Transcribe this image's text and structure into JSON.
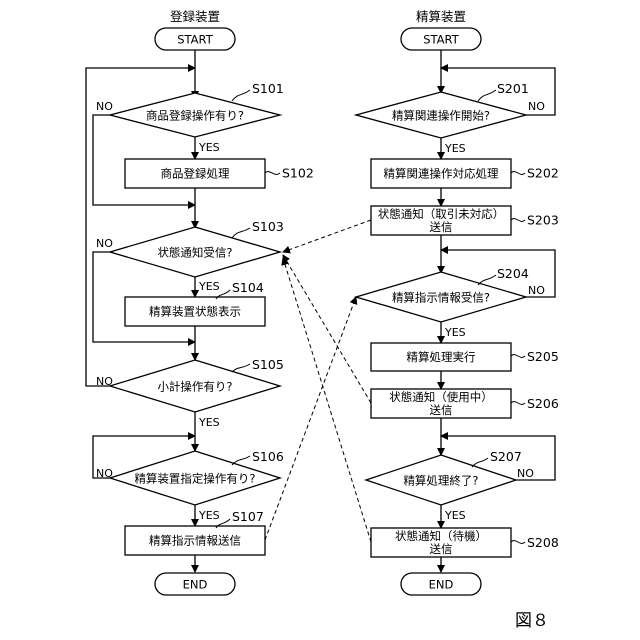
{
  "figure_label": "図８",
  "left_column": {
    "title": "登録装置",
    "start": "START",
    "end": "END",
    "s101": {
      "step": "S101",
      "text": "商品登録操作有り?",
      "no": "NO",
      "yes": "YES"
    },
    "s102": {
      "step": "S102",
      "text": "商品登録処理"
    },
    "s103": {
      "step": "S103",
      "text": "状態通知受信?",
      "no": "NO",
      "yes": "YES"
    },
    "s104": {
      "step": "S104",
      "text": "精算装置状態表示"
    },
    "s105": {
      "step": "S105",
      "text": "小計操作有り?",
      "no": "NO",
      "yes": "YES"
    },
    "s106": {
      "step": "S106",
      "text": "精算装置指定操作有り?",
      "no": "NO",
      "yes": "YES"
    },
    "s107": {
      "step": "S107",
      "text": "精算指示情報送信"
    }
  },
  "right_column": {
    "title": "精算装置",
    "start": "START",
    "end": "END",
    "s201": {
      "step": "S201",
      "text": "精算関連操作開始?",
      "no": "NO",
      "yes": "YES"
    },
    "s202": {
      "step": "S202",
      "text": "精算関連操作対応処理"
    },
    "s203": {
      "step": "S203",
      "line1": "状態通知（取引未対応）",
      "line2": "送信"
    },
    "s204": {
      "step": "S204",
      "text": "精算指示情報受信?",
      "no": "NO",
      "yes": "YES"
    },
    "s205": {
      "step": "S205",
      "text": "精算処理実行"
    },
    "s206": {
      "step": "S206",
      "line1": "状態通知（使用中）",
      "line2": "送信"
    },
    "s207": {
      "step": "S207",
      "text": "精算処理終了?",
      "no": "NO",
      "yes": "YES"
    },
    "s208": {
      "step": "S208",
      "line1": "状態通知（待機）",
      "line2": "送信"
    }
  }
}
